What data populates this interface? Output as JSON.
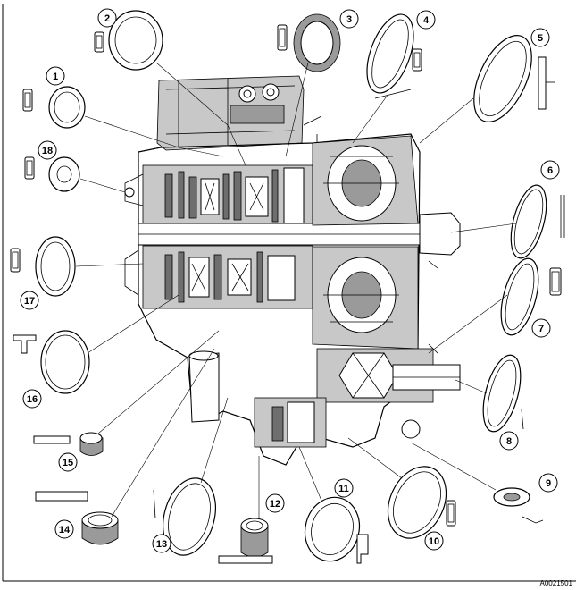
{
  "figure_id": "A0021501",
  "callouts": [
    {
      "label": "1"
    },
    {
      "label": "2"
    },
    {
      "label": "3"
    },
    {
      "label": "4"
    },
    {
      "label": "5"
    },
    {
      "label": "6"
    },
    {
      "label": "7"
    },
    {
      "label": "8"
    },
    {
      "label": "9"
    },
    {
      "label": "10"
    },
    {
      "label": "11"
    },
    {
      "label": "12"
    },
    {
      "label": "13"
    },
    {
      "label": "14"
    },
    {
      "label": "15"
    },
    {
      "label": "16"
    },
    {
      "label": "17"
    },
    {
      "label": "18"
    }
  ]
}
